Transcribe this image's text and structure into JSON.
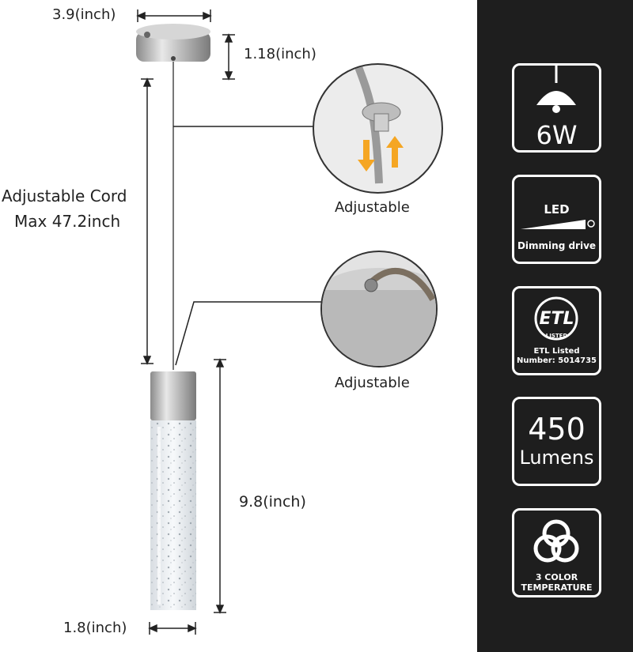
{
  "dimensions": {
    "canopy_width": "3.9(inch)",
    "canopy_height": "1.18(inch)",
    "cord": {
      "line1": "Adjustable Cord",
      "line2": "Max 47.2inch"
    },
    "shade_height": "9.8(inch)",
    "shade_width": "1.8(inch)"
  },
  "details": [
    {
      "caption": "Adjustable"
    },
    {
      "caption": "Adjustable"
    }
  ],
  "badges": {
    "watt": {
      "label": "6W",
      "icon": "pendant-lamp-icon"
    },
    "led": {
      "title": "LED",
      "caption": "Dimming drive",
      "icon": "dimmer-wedge-icon"
    },
    "etl": {
      "mark": "ETL",
      "listed": "LISTED",
      "line1": "ETL Listed",
      "line2": "Number: 5014735",
      "icon": "etl-logo-icon"
    },
    "lumens": {
      "value": "450",
      "unit": "Lumens"
    },
    "color_temp": {
      "line1": "3 COLOR",
      "line2": "TEMPERATURE",
      "icon": "trefoil-icon"
    }
  },
  "colors": {
    "panel": "#1e1e1e",
    "badge_border": "#ffffff",
    "arrow": "#f5a623"
  }
}
